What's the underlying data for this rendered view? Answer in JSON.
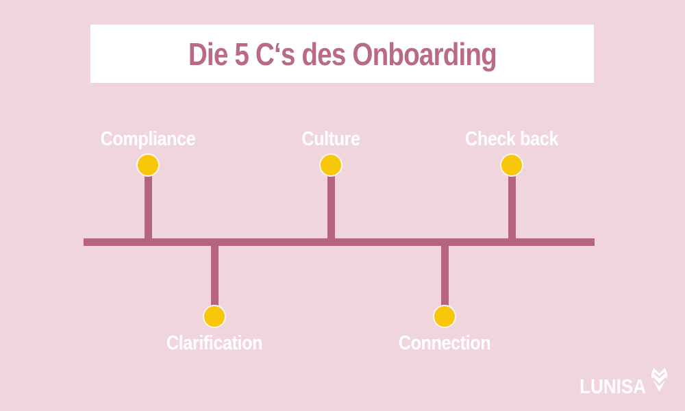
{
  "title": "Die 5 C‘s des Onboarding",
  "items": [
    {
      "label": "Compliance",
      "position": "above"
    },
    {
      "label": "Clarification",
      "position": "below"
    },
    {
      "label": "Culture",
      "position": "above"
    },
    {
      "label": "Connection",
      "position": "below"
    },
    {
      "label": "Check back",
      "position": "above"
    }
  ],
  "logo": {
    "text": "LUNISA",
    "icon": "heart-icon"
  },
  "colors": {
    "background": "#f0d5dd",
    "banner": "#ffffff",
    "title_text": "#b86b82",
    "line": "#b4647c",
    "dot": "#f8c70a",
    "dot_ring": "#fdf4f7",
    "label_text": "#ffffff"
  }
}
